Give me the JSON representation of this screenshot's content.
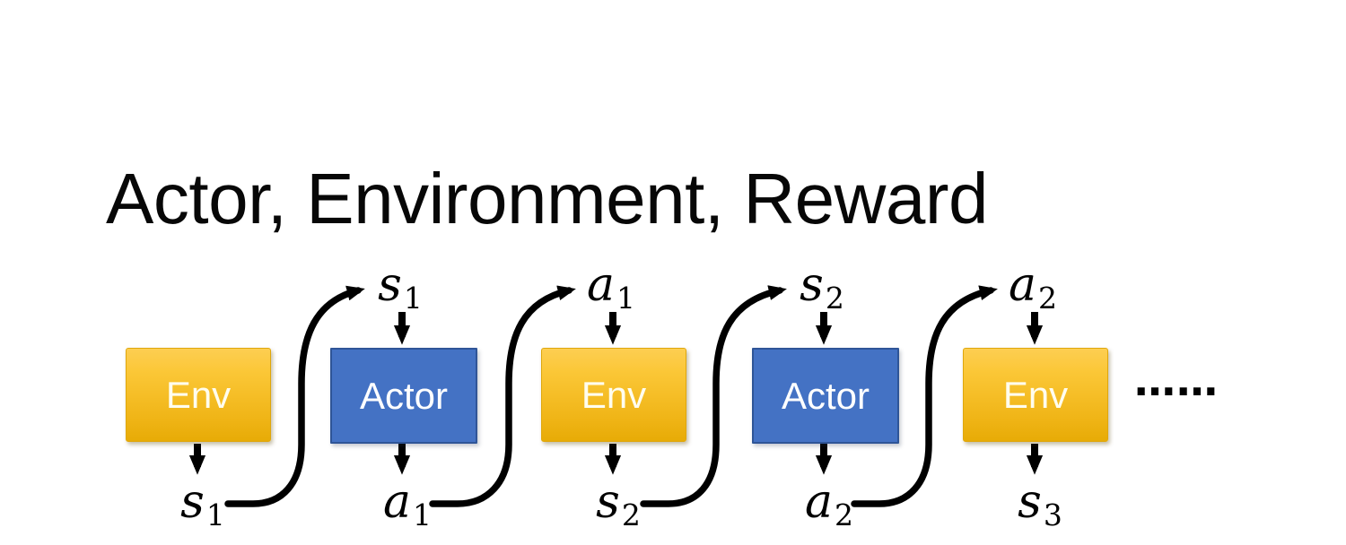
{
  "title": "Actor, Environment, Reward",
  "diagram": {
    "boxes": [
      {
        "label": "Env"
      },
      {
        "label": "Actor"
      },
      {
        "label": "Env"
      },
      {
        "label": "Actor"
      },
      {
        "label": "Env"
      }
    ],
    "top_labels": [
      {
        "base": "s",
        "sub": "1"
      },
      {
        "base": "a",
        "sub": "1"
      },
      {
        "base": "s",
        "sub": "2"
      },
      {
        "base": "a",
        "sub": "2"
      }
    ],
    "bottom_labels": [
      {
        "base": "s",
        "sub": "1"
      },
      {
        "base": "a",
        "sub": "1"
      },
      {
        "base": "s",
        "sub": "2"
      },
      {
        "base": "a",
        "sub": "2"
      },
      {
        "base": "s",
        "sub": "3"
      }
    ],
    "ellipsis": "……"
  },
  "colors": {
    "env_gradient_top": "#FDCE52",
    "env_gradient_bottom": "#E7AB06",
    "env_text": "#FFFDEF",
    "actor_fill": "#4472C4",
    "actor_border": "#2F5597",
    "actor_text": "#FFFFFF",
    "arrow": "#000000",
    "title_text": "#070707",
    "background": "#FFFFFF"
  }
}
